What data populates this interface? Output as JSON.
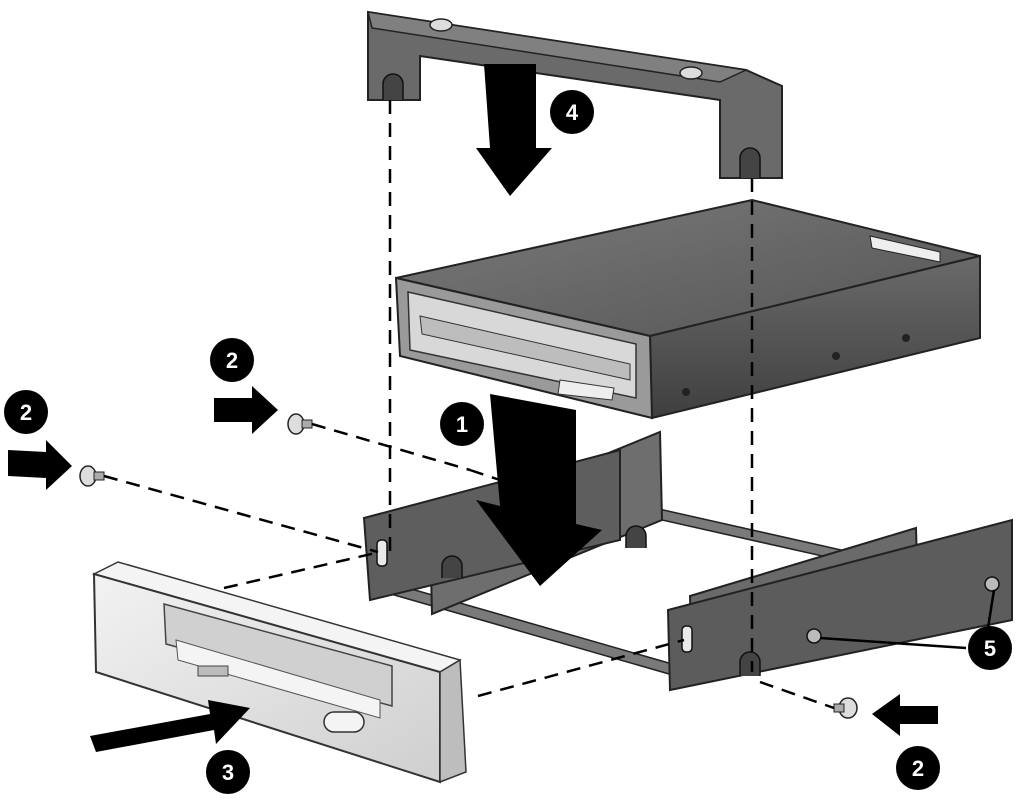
{
  "diagram": {
    "callouts": [
      {
        "id": "c1",
        "label": "1"
      },
      {
        "id": "c2a",
        "label": "2"
      },
      {
        "id": "c2b",
        "label": "2"
      },
      {
        "id": "c2c",
        "label": "2"
      },
      {
        "id": "c3",
        "label": "3"
      },
      {
        "id": "c4",
        "label": "4"
      },
      {
        "id": "c5",
        "label": "5"
      }
    ],
    "colors": {
      "metal_dark": "#5a5a5a",
      "metal_mid": "#6e6e6e",
      "metal_light": "#8a8a8a",
      "bezel": "#e6e6e6",
      "callout": "#000000",
      "arrow": "#000000",
      "dash": "#000000"
    }
  }
}
